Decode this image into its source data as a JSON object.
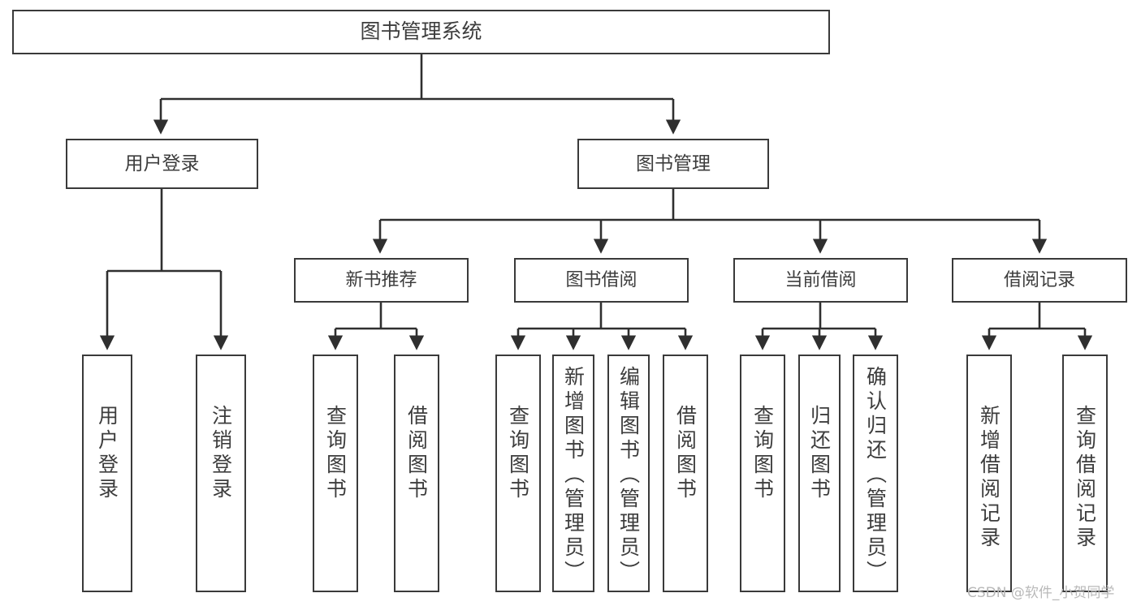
{
  "diagram": {
    "type": "tree",
    "title": "图书管理系统",
    "root": {
      "id": "root",
      "label": "图书管理系统"
    },
    "level1": [
      {
        "id": "login",
        "label": "用户登录"
      },
      {
        "id": "book",
        "label": "图书管理"
      }
    ],
    "level2": [
      {
        "id": "new",
        "label": "新书推荐",
        "parent": "book"
      },
      {
        "id": "borrow",
        "label": "图书借阅",
        "parent": "book"
      },
      {
        "id": "current",
        "label": "当前借阅",
        "parent": "book"
      },
      {
        "id": "record",
        "label": "借阅记录",
        "parent": "book"
      }
    ],
    "leaves": [
      {
        "id": "u1",
        "label": "用户登录",
        "parent": "login"
      },
      {
        "id": "u2",
        "label": "注销登录",
        "parent": "login"
      },
      {
        "id": "n1",
        "label": "查询图书",
        "parent": "new"
      },
      {
        "id": "n2",
        "label": "借阅图书",
        "parent": "new"
      },
      {
        "id": "b1",
        "label": "查询图书",
        "parent": "borrow"
      },
      {
        "id": "b2",
        "label": "新增图书（管理员）",
        "parent": "borrow"
      },
      {
        "id": "b3",
        "label": "编辑图书（管理员）",
        "parent": "borrow"
      },
      {
        "id": "b4",
        "label": "借阅图书",
        "parent": "borrow"
      },
      {
        "id": "c1",
        "label": "查询图书",
        "parent": "current"
      },
      {
        "id": "c2",
        "label": "归还图书",
        "parent": "current"
      },
      {
        "id": "c3",
        "label": "确认归还（管理员）",
        "parent": "current"
      },
      {
        "id": "r1",
        "label": "新增借阅记录",
        "parent": "record"
      },
      {
        "id": "r2",
        "label": "查询借阅记录",
        "parent": "record"
      }
    ]
  },
  "colors": {
    "background": "#ffffff",
    "box_border": "#3a3a3a",
    "box_fill": "#ffffff",
    "text": "#3d3d3d",
    "connector": "#2f2f2f",
    "watermark": "#b9b9b9"
  },
  "watermark": {
    "text": "CSDN @软件_小贺同学"
  }
}
